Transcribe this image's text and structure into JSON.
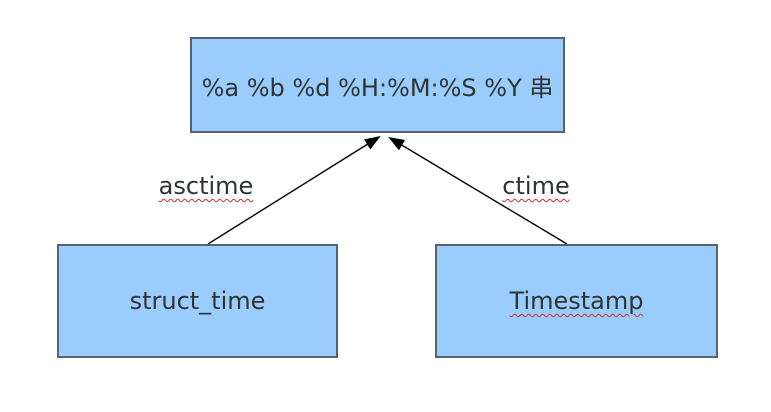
{
  "colors": {
    "box_fill": "#9bcdfc",
    "box_border": "#566370",
    "text": "#2e3436",
    "arrow": "#000000",
    "squiggle": "#cf2f2f",
    "background": "#ffffff"
  },
  "nodes": {
    "format_string": {
      "label": "%a %b %d %H:%M:%S %Y 串"
    },
    "struct_time": {
      "label": "struct_time"
    },
    "timestamp": {
      "label": "Timestamp"
    }
  },
  "edges": {
    "asctime": {
      "label": "asctime",
      "from": "struct_time",
      "to": "format_string"
    },
    "ctime": {
      "label": "ctime",
      "from": "timestamp",
      "to": "format_string"
    }
  }
}
